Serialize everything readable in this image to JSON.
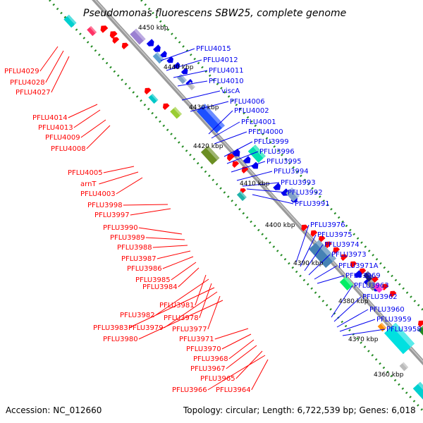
{
  "title": "Pseudomonas fluorescens SBW25, complete genome",
  "footer": {
    "accession": "Accession: NC_012660",
    "topology": "Topology: circular; Length: 6,722,539 bp; Genes: 6,018"
  },
  "colors": {
    "reverse": "#ff0000",
    "forward": "#0000ee",
    "backbone": "#888888",
    "ticks": "#228b22"
  },
  "kbp_ticks": [
    "4450 kbp",
    "4440 kbp",
    "4430 kbp",
    "4420 kbp",
    "4410 kbp",
    "4400 kbp",
    "4390 kbp",
    "4380 kbp",
    "4370 kbp",
    "4360 kbp"
  ],
  "labels_right": [
    "PFLU4015",
    "PFLU4012",
    "PFLU4011",
    "PFLU4010",
    "viscA",
    "PFLU4006",
    "PFLU4002",
    "PFLU4001",
    "PFLU4000",
    "PFLU3999",
    "PFLU3996",
    "PFLU3995",
    "PFLU3994",
    "PFLU3993",
    "PFLU3992",
    "PFLU3991",
    "PFLU3976",
    "PFLU3975",
    "PFLU3974",
    "PFLU3973",
    "PFLU3971A",
    "PFLU3969",
    "PFLU3963",
    "PFLU3962",
    "PFLU3960",
    "PFLU3959",
    "PFLU3958"
  ],
  "labels_left": [
    "PFLU4029",
    "PFLU4028",
    "PFLU4027",
    "PFLU4014",
    "PFLU4013",
    "PFLU4009",
    "PFLU4008",
    "PFLU4005",
    "arnT",
    "PFLU4003",
    "PFLU3998",
    "PFLU3997",
    "PFLU3990",
    "PFLU3989",
    "PFLU3988",
    "PFLU3987",
    "PFLU3986",
    "PFLU3985",
    "PFLU3984",
    "PFLU3981",
    "PFLU3982",
    "PFLU3978",
    "PFLU3983",
    "PFLU3979",
    "PFLU3977",
    "PFLU3980",
    "PFLU3971",
    "PFLU3970",
    "PFLU3968",
    "PFLU3967",
    "PFLU3965",
    "PFLU3966",
    "PFLU3964"
  ]
}
